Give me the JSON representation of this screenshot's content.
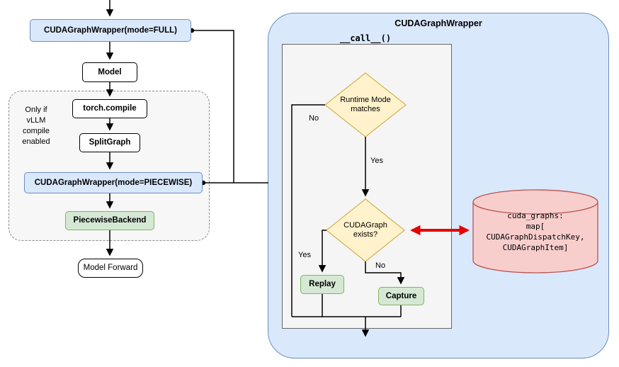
{
  "colors": {
    "blue_fill": "#dae8fc",
    "blue_border": "#6c8ebf",
    "green_fill": "#d5e8d4",
    "green_border": "#82b366",
    "yellow_fill": "#fff2cc",
    "yellow_border": "#d6b656",
    "red_fill": "#f8cecc",
    "red_border": "#b85450",
    "panel_fill": "#f5f5f5",
    "sync_arrow_red": "#e60000"
  },
  "left_flow": {
    "wrapper_full": "CUDAGraphWrapper(mode=FULL)",
    "model": "Model",
    "compile_note": "Only if\nvLLM\ncompile\nenabled",
    "torch_compile": "torch.compile",
    "split_graph": "SplitGraph",
    "wrapper_piecewise": "CUDAGraphWrapper(mode=PIECEWISE)",
    "piecewise_backend": "PiecewiseBackend",
    "model_forward": "Model Forward"
  },
  "wrapper_panel": {
    "title": "CUDAGraphWrapper",
    "call_label": "__call__()",
    "decision_runtime": "Runtime Mode\nmatches",
    "decision_exists": "CUDAGraph\nexists?",
    "label_no_runtime": "No",
    "label_yes_runtime": "Yes",
    "label_yes_exists": "Yes",
    "label_no_exists": "No",
    "replay": "Replay",
    "capture": "Capture",
    "store_text": "cuda_graphs:\nmap[\nCUDAGraphDispatchKey,\nCUDAGraphItem]"
  }
}
